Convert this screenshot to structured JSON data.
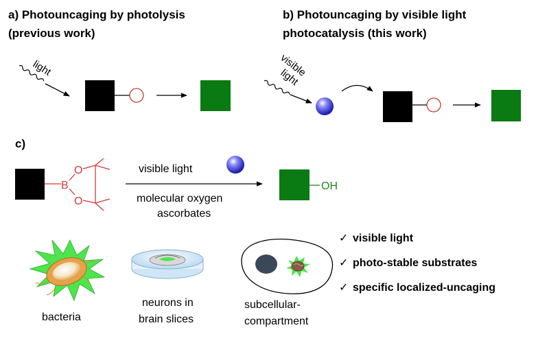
{
  "panel_a": {
    "title_line1": "a) Photouncaging by photolysis",
    "title_line2": "(previous work)",
    "light_label": "light"
  },
  "panel_b": {
    "title_line1": "b) Photouncaging by visible light",
    "title_line2": "photocatalysis  (this work)",
    "light_label_line1": "visible",
    "light_label_line2": "light"
  },
  "panel_c": {
    "label": "c)",
    "boron_atom": "B",
    "oxygen_top": "O",
    "oxygen_bottom": "O",
    "condition_top": "visible light",
    "condition_mid": "molecular oxygen",
    "condition_bottom": "ascorbates",
    "product_group": "OH"
  },
  "applications": {
    "bacteria": "bacteria",
    "neurons_line1": "neurons in",
    "neurons_line2": "brain slices",
    "subcellular_line1": "subcellular-",
    "subcellular_line2": "compartment"
  },
  "features": [
    {
      "check": "✓",
      "text": "visible light"
    },
    {
      "check": "✓",
      "text": "photo-stable substrates"
    },
    {
      "check": "✓",
      "text": "specific localized-uncaging"
    }
  ],
  "colors": {
    "substrate": "#000000",
    "product": "#0a7a12",
    "cage": "#c0392b",
    "boronate": "#d23a3a",
    "photocatalyst": "#3a3ad6",
    "hydroxyl": "#1a8a1a",
    "glow": "#4ce64c"
  }
}
